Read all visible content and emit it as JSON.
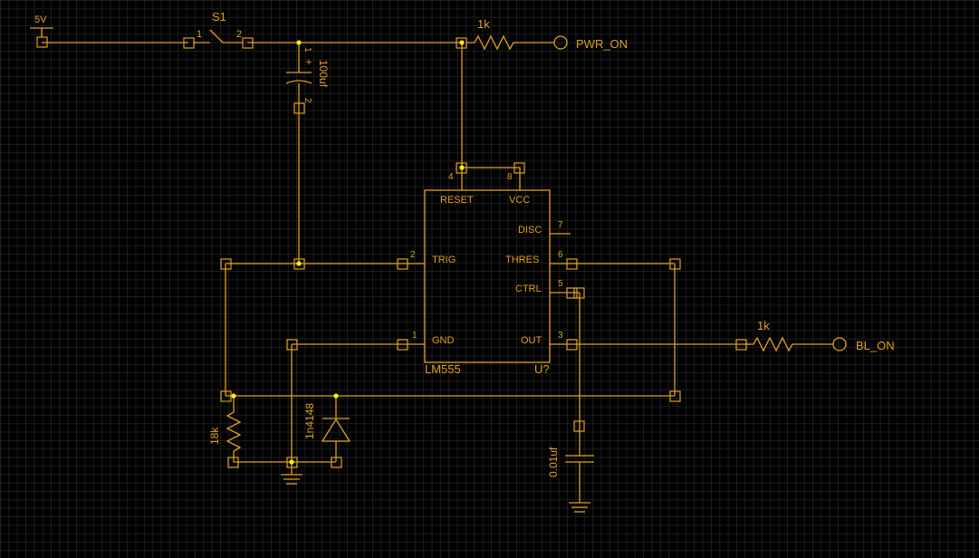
{
  "colors": {
    "background": "#000000",
    "grid": "#1e1e1e",
    "wire": "#e0a020",
    "junction": "#ffee00"
  },
  "power": {
    "label": "5V"
  },
  "switch": {
    "ref": "S1",
    "pin1": "1",
    "pin2": "2"
  },
  "resistor_top": {
    "value": "1k"
  },
  "port_pwr": {
    "label": "PWR_ON"
  },
  "cap_100": {
    "value": "100uf",
    "pin1": "1",
    "plus": "+",
    "pin2": "2"
  },
  "ic": {
    "part": "LM555",
    "ref": "U?",
    "pin_labels": {
      "reset": "RESET",
      "vcc": "VCC",
      "disc": "DISC",
      "trig": "TRIG",
      "thres": "THRES",
      "ctrl": "CTRL",
      "gnd": "GND",
      "out": "OUT"
    },
    "pin_numbers": {
      "reset": "4",
      "vcc": "8",
      "disc": "7",
      "trig": "2",
      "thres": "6",
      "ctrl": "5",
      "gnd": "1",
      "out": "3"
    }
  },
  "resistor_out": {
    "value": "1k"
  },
  "port_bl": {
    "label": "BL_ON"
  },
  "resistor_18k": {
    "value": "18k"
  },
  "diode": {
    "value": "1n4148"
  },
  "cap_001": {
    "value": "0.01uf"
  }
}
